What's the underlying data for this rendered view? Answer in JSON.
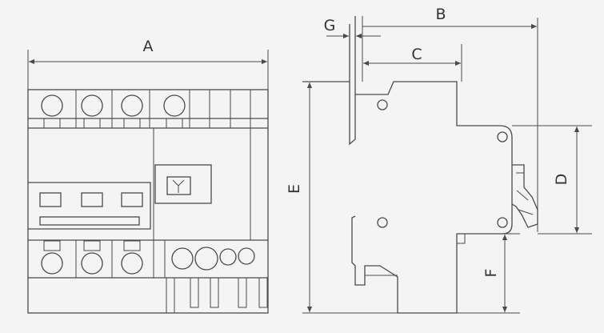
{
  "diagram": {
    "labels": {
      "A": "A",
      "B": "B",
      "C": "C",
      "D": "D",
      "E": "E",
      "F": "F",
      "G": "G"
    }
  },
  "colors": {
    "background": "#f4f4f4",
    "line": "#4a4a4a",
    "text": "#333333"
  }
}
